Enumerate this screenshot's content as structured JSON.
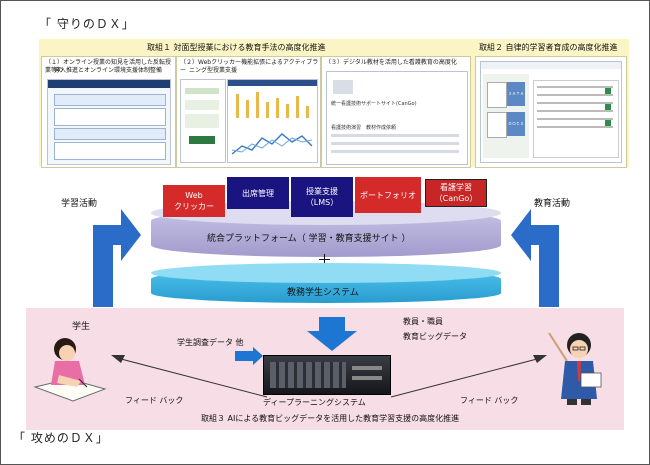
{
  "headings": {
    "top": "「 守りのＤＸ」",
    "bottom": "「 攻めのＤＸ」"
  },
  "section_titles": {
    "left": "取組１  対面型授業における教育手法の高度化推進",
    "right": "取組２  自律的学習者育成の高度化推進",
    "bottom": "取組３  AIによる教育ビッグデータを活用した教育学習支援の高度化推進"
  },
  "panels": [
    {
      "line1": "（１）オンライン授業の知見を活用した反転授業等の",
      "line2": "導入推進とオンライン環境支援体制整備"
    },
    {
      "line1": "（２）Webクリッカー機能拡張によるアクティブラー",
      "line2": "ニング型授業支援"
    },
    {
      "line1": "（３）デジタル教材を活用した看護教育の高度化",
      "line2": ""
    }
  ],
  "tabs": [
    {
      "line1": "Web",
      "line2": "クリッカー",
      "color": "#d42a2a"
    },
    {
      "line1": "出席管理",
      "line2": "",
      "color": "#1a1480"
    },
    {
      "line1": "授業支援",
      "line2": "（LMS）",
      "color": "#1a1480"
    },
    {
      "line1": "ポートフォリオ",
      "line2": "",
      "color": "#d42a2a"
    },
    {
      "line1": "看護学習",
      "line2": "（CanGo）",
      "color": "#d42a2a"
    }
  ],
  "platform": "統合プラットフォーム（ 学習・教育支援サイト ）",
  "plus": "＋",
  "student_system": "教務学生システム",
  "labels": {
    "learning": "学習活動",
    "education": "教育活動",
    "student": "学生",
    "staff": "教員・職員",
    "bigdata": "教育ビッグデータ",
    "survey": "学生調査データ 他",
    "deep_learning": "ディープラーニングシステム",
    "feedback_left": "フィード バック",
    "feedback_right": "フィード バック"
  },
  "screenshot_snippets": {
    "p3_line1": "統一看護技術サポートサイト(CanGo)",
    "p3_line2": "看護技術演習　教材作成依頼",
    "p4_card1": "３ＡＴＡ",
    "p4_card2": "ＤＯＣＸ"
  }
}
